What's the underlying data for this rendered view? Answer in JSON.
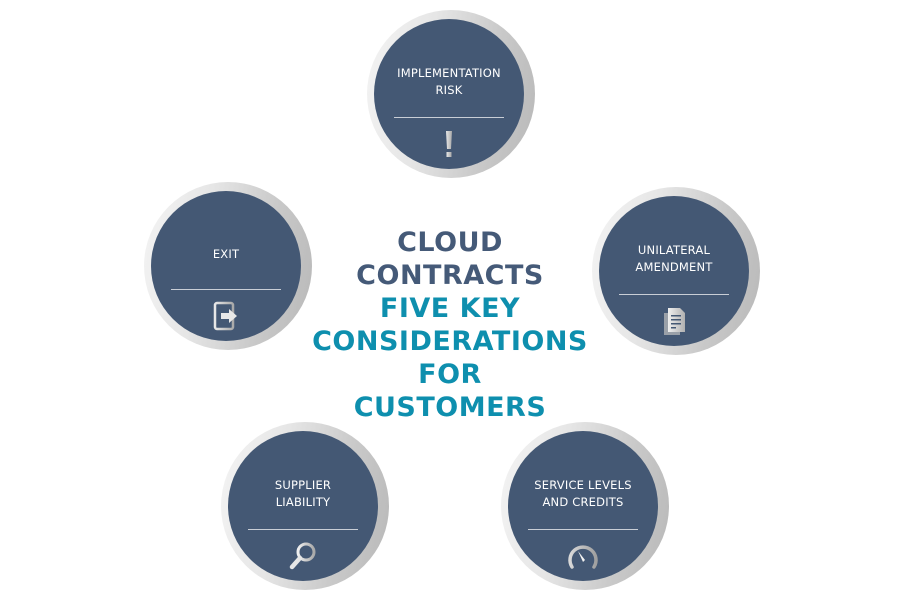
{
  "title": {
    "line1": "CLOUD",
    "line2": "CONTRACTS",
    "line3": "FIVE KEY",
    "line4": "CONSIDERATIONS",
    "line5": "FOR",
    "line6": "CUSTOMERS"
  },
  "considerations": [
    {
      "label": "IMPLEMENTATION RISK",
      "line1": "IMPLEMENTATION",
      "line2": "RISK",
      "icon": "exclamation-icon"
    },
    {
      "label": "UNILATERAL AMENDMENT",
      "line1": "UNILATERAL",
      "line2": "AMENDMENT",
      "icon": "documents-icon"
    },
    {
      "label": "SERVICE LEVELS AND CREDITS",
      "line1": "SERVICE LEVELS",
      "line2": "AND CREDITS",
      "icon": "gauge-icon"
    },
    {
      "label": "SUPPLIER LIABILITY",
      "line1": "SUPPLIER",
      "line2": "LIABILITY",
      "icon": "magnifier-icon"
    },
    {
      "label": "EXIT",
      "line1": "EXIT",
      "icon": "exit-door-icon"
    }
  ],
  "colors": {
    "circle_fill": "#445874",
    "title_navy": "#455a78",
    "title_teal": "#0e8fae",
    "ring_light": "#f4f4f4",
    "ring_dark": "#b8b8b8"
  }
}
